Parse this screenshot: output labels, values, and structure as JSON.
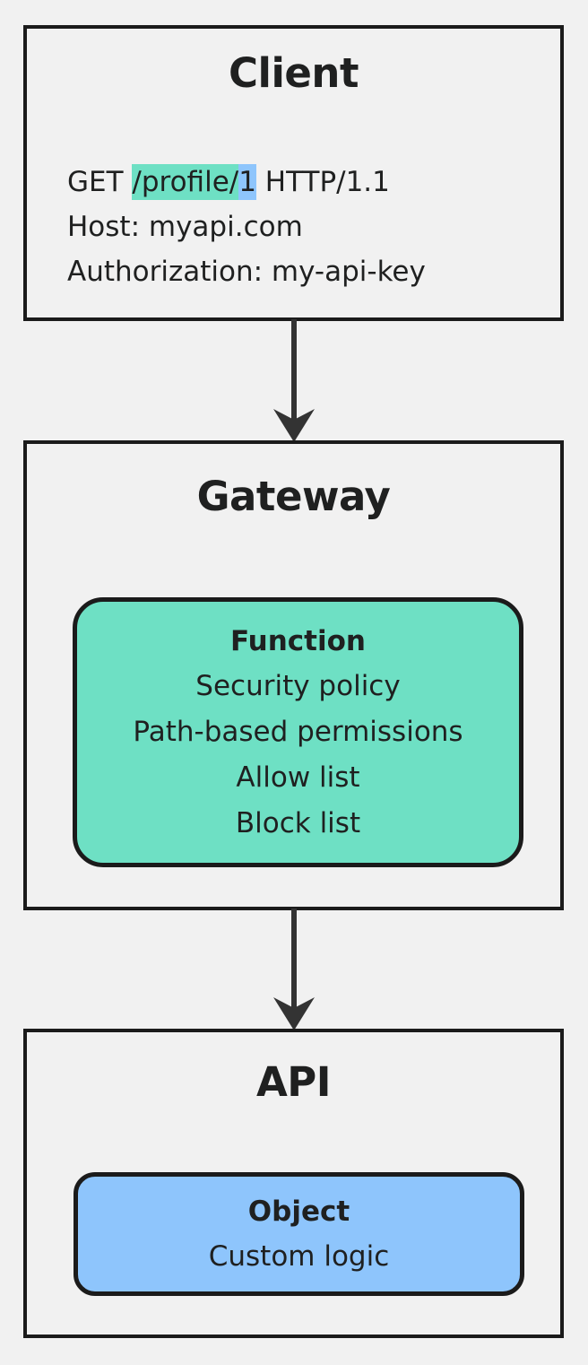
{
  "diagram": {
    "type": "flowchart",
    "direction": "top-to-bottom",
    "background_color": "#f1f1f1",
    "border_color": "#1b1b1b",
    "text_color": "#1f2020"
  },
  "nodes": {
    "client": {
      "title": "Client",
      "request": {
        "method": "GET ",
        "path_highlight": "/profile/",
        "path_highlight_color": "#6ee0c4",
        "id_highlight": "1",
        "id_highlight_color": "#8ec5fc",
        "protocol": " HTTP/1.1",
        "host_line": "Host: myapi.com",
        "auth_line": "Authorization: my-api-key"
      }
    },
    "gateway": {
      "title": "Gateway",
      "panel": {
        "title": "Function",
        "color": "#6ee0c4",
        "lines": [
          "Security policy",
          "Path-based permissions",
          "Allow list",
          "Block list"
        ]
      }
    },
    "api": {
      "title": "API",
      "panel": {
        "title": "Object",
        "color": "#8ec5fc",
        "lines": [
          "Custom logic"
        ]
      }
    }
  },
  "edges": [
    {
      "name": "client-to-gateway",
      "from": "client",
      "to": "gateway",
      "label": ""
    },
    {
      "name": "gateway-to-api",
      "from": "gateway",
      "to": "api",
      "label": ""
    }
  ]
}
